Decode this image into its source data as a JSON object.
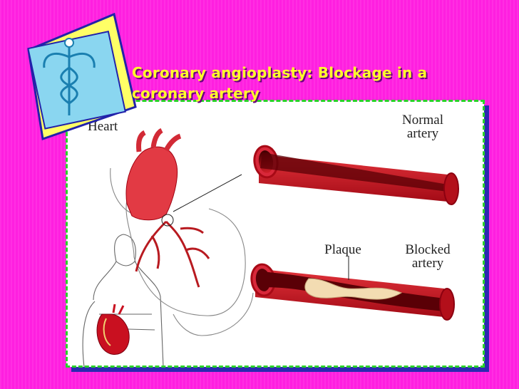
{
  "slide": {
    "title_line1": "Coronary angioplasty: Blockage in a",
    "title_line2": "coronary artery"
  },
  "figure": {
    "heart_label": "Heart",
    "normal_label_line1": "Normal",
    "normal_label_line2": "artery",
    "plaque_label": "Plaque",
    "blocked_label_line1": "Blocked",
    "blocked_label_line2": "artery"
  },
  "icons": {
    "logo": "caduceus-icon"
  },
  "colors": {
    "background": "#ff1fe0",
    "title_text": "#ffff2a",
    "frame_border": "#2ad22a",
    "artery_red": "#c8101e",
    "plaque": "#f3dcb2"
  }
}
